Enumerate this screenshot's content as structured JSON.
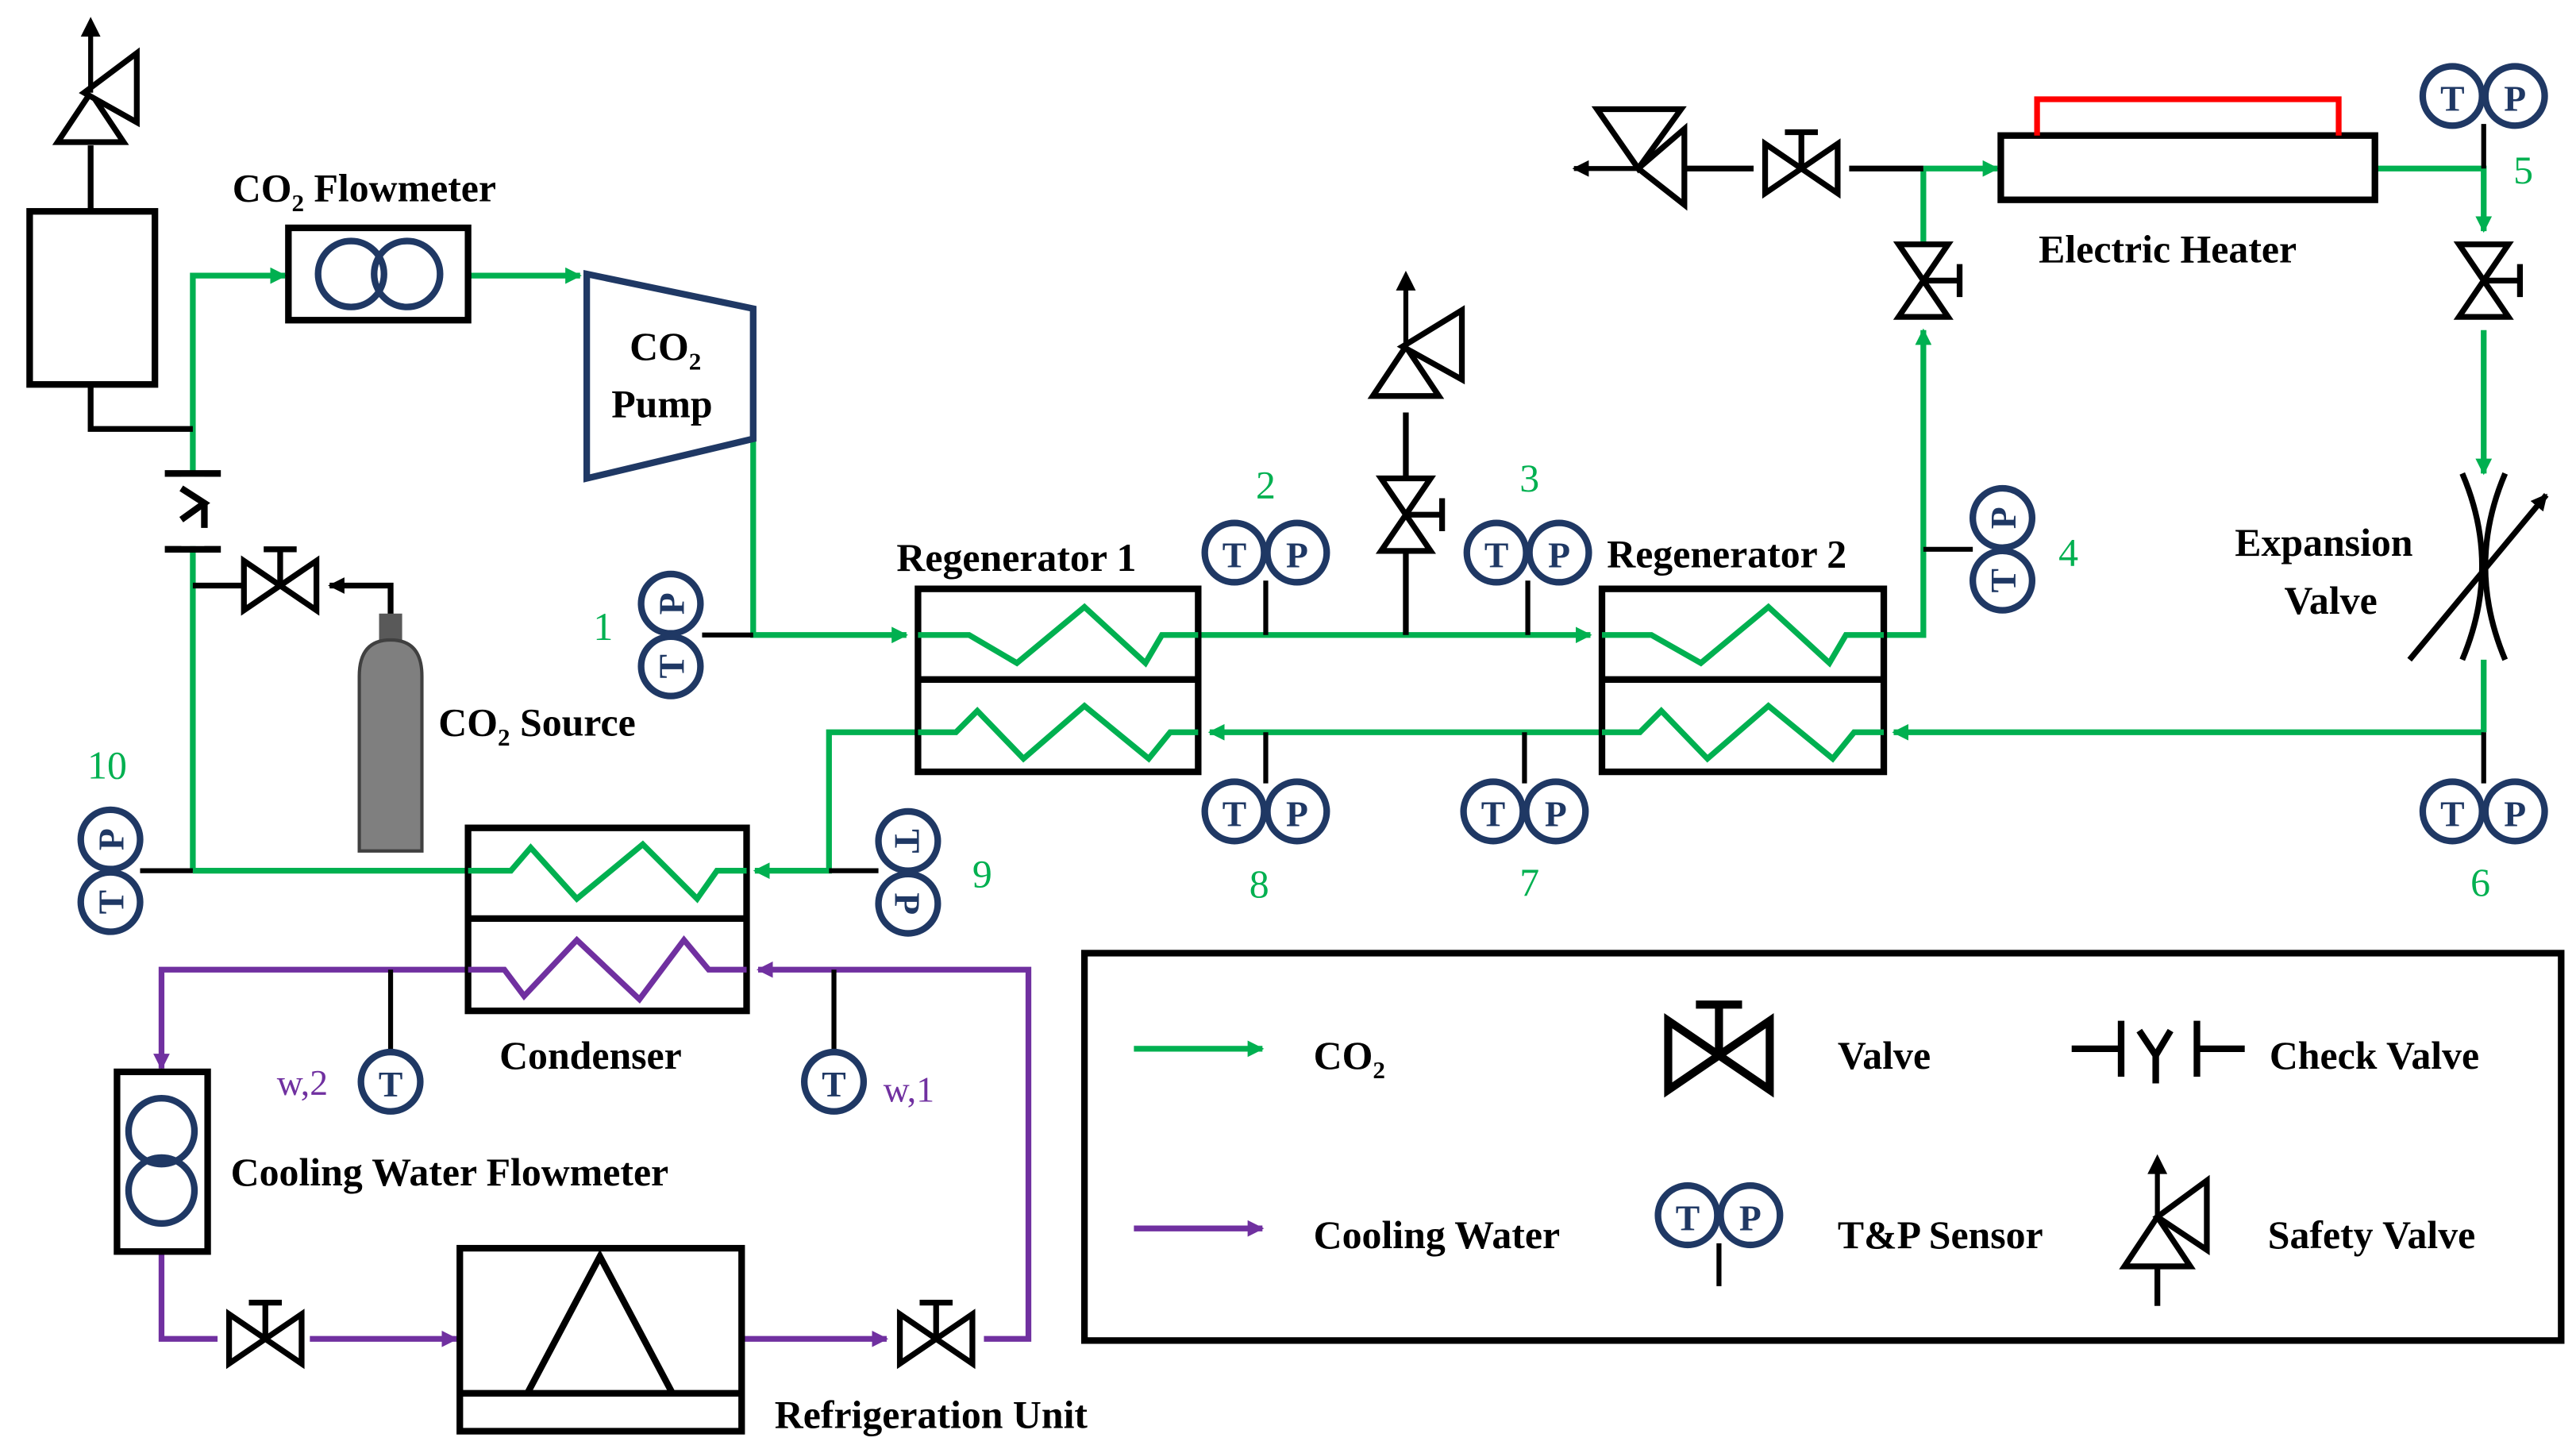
{
  "labels": {
    "co2_flowmeter_main": "CO",
    "co2_flowmeter_sub": "2",
    "co2_flowmeter_rest": " Flowmeter",
    "co2_pump_main": "CO",
    "co2_pump_sub": "2",
    "co2_pump_line2": "Pump",
    "co2_source_main": "CO",
    "co2_source_sub": "2",
    "co2_source_rest": " Source",
    "regenerator_1": "Regenerator 1",
    "regenerator_2": "Regenerator 2",
    "electric_heater": "Electric Heater",
    "expansion_valve_line1": "Expansion",
    "expansion_valve_line2": "Valve",
    "condenser": "Condenser",
    "cooling_water_flowmeter": "Cooling Water Flowmeter",
    "refrigeration_unit": "Refrigeration Unit"
  },
  "state_points": [
    "1",
    "2",
    "3",
    "4",
    "5",
    "6",
    "7",
    "8",
    "9",
    "10"
  ],
  "water_points": {
    "w2": "w,2",
    "w1": "w,1"
  },
  "sensor_letters": {
    "t": "T",
    "p": "P"
  },
  "legend": {
    "co2_main": "CO",
    "co2_sub": "2",
    "cooling_water": "Cooling Water",
    "valve": "Valve",
    "tp_sensor": "T&P Sensor",
    "check_valve": "Check Valve",
    "safety_valve": "Safety Valve"
  },
  "colors": {
    "co2_line": "#00b050",
    "cooling_water_line": "#7030a0",
    "equipment": "#000000",
    "sensor_outline": "#1f3864",
    "pump_outline": "#1f3864",
    "heater_element": "#ff0000",
    "gas_cylinder": "#7f7f7f"
  }
}
